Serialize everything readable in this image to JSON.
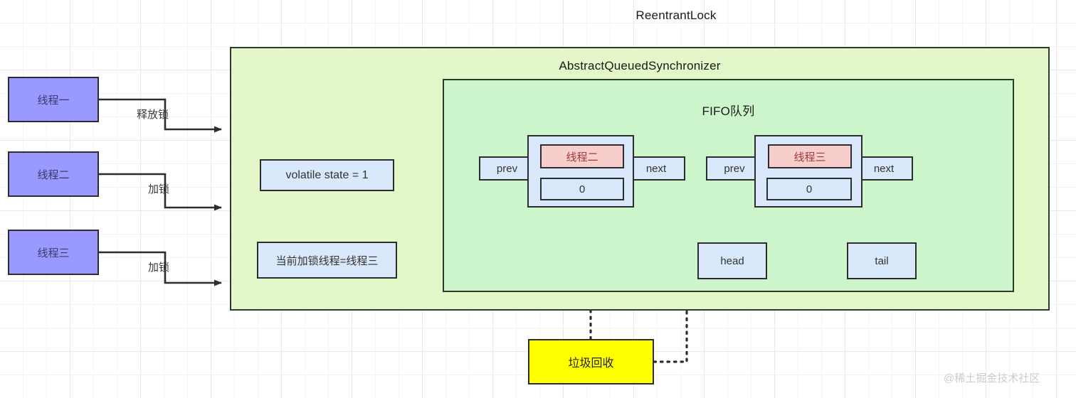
{
  "diagram": {
    "title": "ReentrantLock",
    "containers": {
      "outer_title": "ReentrantLock",
      "aqs_title": "AbstractQueuedSynchronizer",
      "fifo_title": "FIFO队列"
    },
    "threads": [
      {
        "label": "线程一",
        "action": "释放锁"
      },
      {
        "label": "线程二",
        "action": "加锁"
      },
      {
        "label": "线程三",
        "action": "加锁"
      }
    ],
    "state": {
      "state_box": "volatile state = 1",
      "current_thread_box": "当前加锁线程=线程三"
    },
    "queue_nodes": [
      {
        "prev": "prev",
        "thread": "线程二",
        "waitstatus": "0",
        "next": "next"
      },
      {
        "prev": "prev",
        "thread": "线程三",
        "waitstatus": "0",
        "next": "next"
      }
    ],
    "pointers": {
      "head": "head",
      "tail": "tail"
    },
    "gc": {
      "label": "垃圾回收"
    },
    "watermark": "@稀土掘金技术社区",
    "colors": {
      "thread_fill": "#9999ff",
      "aqs_fill": "#e3f7c8",
      "fifo_fill": "#ccf5cc",
      "node_fill": "#dae8fc",
      "node_thread_fill": "#f8cecc",
      "gc_fill": "#ffff00",
      "stroke": "#2d2d2d"
    }
  }
}
